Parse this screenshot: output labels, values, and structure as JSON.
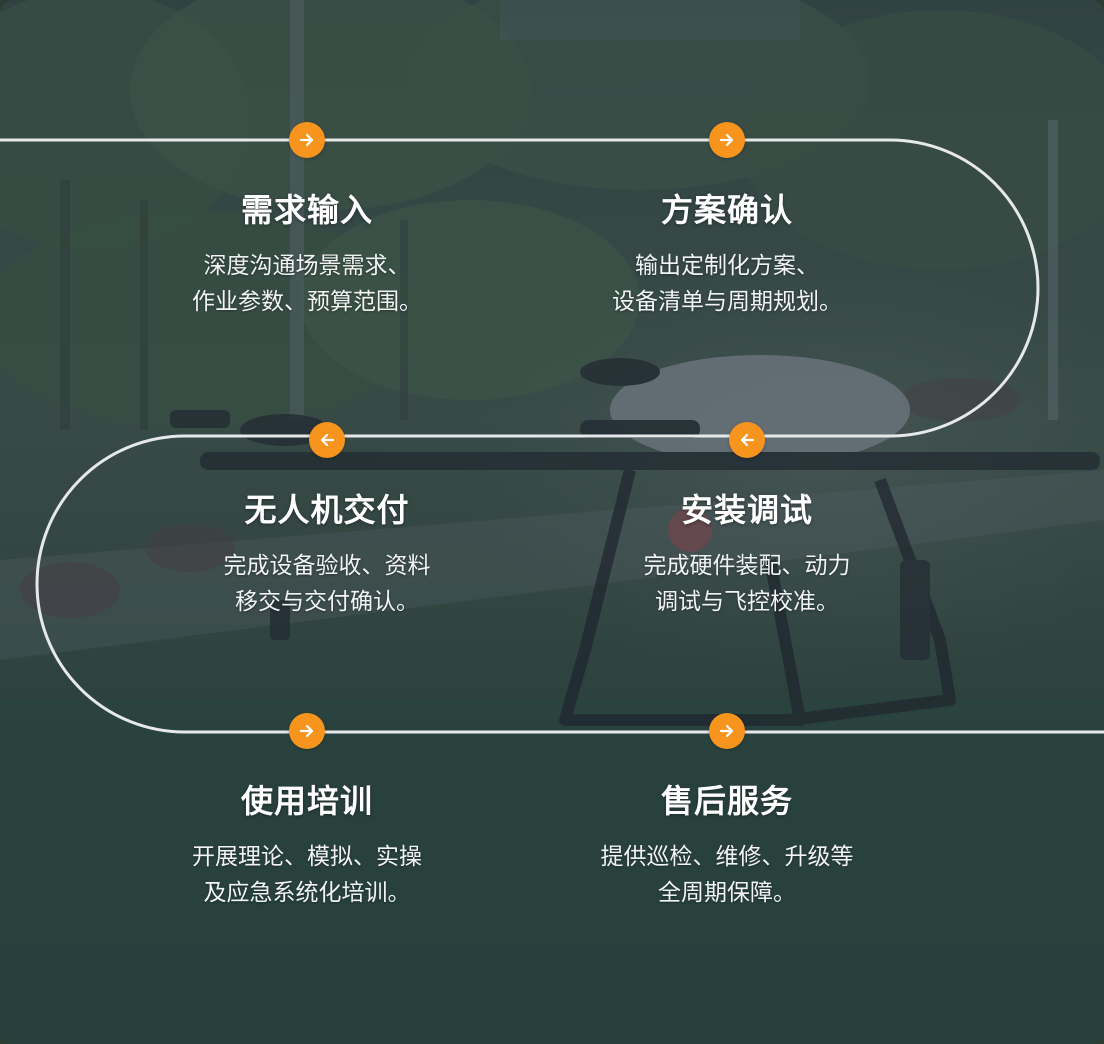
{
  "steps": [
    {
      "title": "需求输入",
      "desc1": "深度沟通场景需求、",
      "desc2": "作业参数、预算范围。"
    },
    {
      "title": "方案确认",
      "desc1": "输出定制化方案、",
      "desc2": "设备清单与周期规划。"
    },
    {
      "title": "无人机交付",
      "desc1": "完成设备验收、资料",
      "desc2": "移交与交付确认。"
    },
    {
      "title": "安装调试",
      "desc1": "完成硬件装配、动力",
      "desc2": "调试与飞控校准。"
    },
    {
      "title": "使用培训",
      "desc1": "开展理论、模拟、实操",
      "desc2": "及应急系统化培训。"
    },
    {
      "title": "售后服务",
      "desc1": "提供巡检、维修、升级等",
      "desc2": "全周期保障。"
    }
  ],
  "icons": {
    "forward": "arrow-right-icon",
    "backward": "arrow-left-icon"
  },
  "colors": {
    "accent": "#f7941d",
    "line": "#e6e8ea",
    "text": "#ffffff"
  }
}
